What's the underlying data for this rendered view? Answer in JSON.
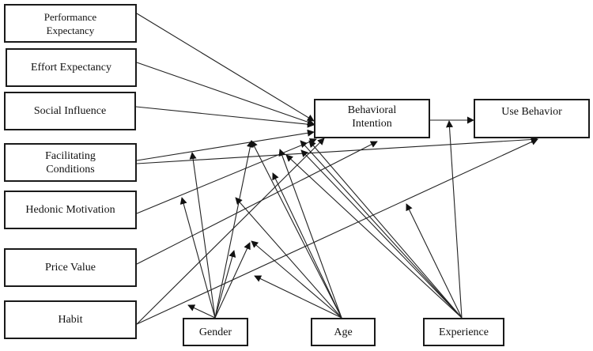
{
  "diagram": {
    "type": "UTAUT2 research model",
    "constructs": [
      {
        "id": "pe",
        "label": "Performance Expectancy"
      },
      {
        "id": "ee",
        "label": "Effort Expectancy"
      },
      {
        "id": "si",
        "label": "Social Influence"
      },
      {
        "id": "fc",
        "label": "Facilitating Conditions"
      },
      {
        "id": "hm",
        "label": "Hedonic Motivation"
      },
      {
        "id": "pv",
        "label": "Price Value"
      },
      {
        "id": "hb",
        "label": "Habit"
      }
    ],
    "outcomes": [
      {
        "id": "bi",
        "label": "Behavioral Intention"
      },
      {
        "id": "ub",
        "label": "Use Behavior"
      }
    ],
    "moderators": [
      {
        "id": "gender",
        "label": "Gender"
      },
      {
        "id": "age",
        "label": "Age"
      },
      {
        "id": "exp",
        "label": "Experience"
      }
    ],
    "edges": [
      {
        "from": "pe",
        "to": "bi"
      },
      {
        "from": "ee",
        "to": "bi"
      },
      {
        "from": "si",
        "to": "bi"
      },
      {
        "from": "fc",
        "to": "bi"
      },
      {
        "from": "fc",
        "to": "ub"
      },
      {
        "from": "hm",
        "to": "bi"
      },
      {
        "from": "pv",
        "to": "bi"
      },
      {
        "from": "hb",
        "to": "bi"
      },
      {
        "from": "hb",
        "to": "ub"
      },
      {
        "from": "bi",
        "to": "ub"
      }
    ],
    "moderations": [
      {
        "from": "gender",
        "on": "fc->bi"
      },
      {
        "from": "gender",
        "on": "hm->bi"
      },
      {
        "from": "gender",
        "on": "pv->bi"
      },
      {
        "from": "gender",
        "on": "hb->bi"
      },
      {
        "from": "gender",
        "on": "hb->ub"
      },
      {
        "from": "gender",
        "on": "si->bi"
      },
      {
        "from": "age",
        "on": "fc->bi"
      },
      {
        "from": "age",
        "on": "hm->bi"
      },
      {
        "from": "age",
        "on": "pv->bi"
      },
      {
        "from": "age",
        "on": "hb->bi"
      },
      {
        "from": "age",
        "on": "hb->ub"
      },
      {
        "from": "age",
        "on": "fc->ub"
      },
      {
        "from": "exp",
        "on": "fc->ub"
      },
      {
        "from": "exp",
        "on": "hb->bi"
      },
      {
        "from": "exp",
        "on": "hb->ub"
      },
      {
        "from": "exp",
        "on": "bi->ub"
      },
      {
        "from": "exp",
        "on": "si->bi"
      },
      {
        "from": "exp",
        "on": "hm->bi"
      }
    ]
  }
}
